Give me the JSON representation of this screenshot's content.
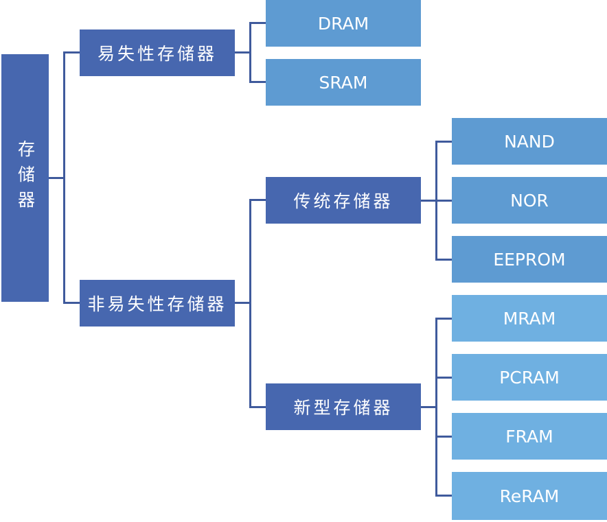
{
  "diagram": {
    "type": "tree",
    "root": {
      "label": "存储器"
    },
    "level1": [
      {
        "label": "易失性存储器",
        "children": [
          "DRAM",
          "SRAM"
        ]
      },
      {
        "label": "非易失性存储器",
        "children": [
          "传统存储器",
          "新型存储器"
        ]
      }
    ],
    "level2": {
      "traditional": {
        "label": "传统存储器",
        "children": [
          "NAND",
          "NOR",
          "EEPROM"
        ]
      },
      "emerging": {
        "label": "新型存储器",
        "children": [
          "MRAM",
          "PCRAM",
          "FRAM",
          "ReRAM"
        ]
      }
    },
    "leaves": {
      "volatile": [
        "DRAM",
        "SRAM"
      ],
      "traditional": [
        "NAND",
        "NOR",
        "EEPROM"
      ],
      "emerging": [
        "MRAM",
        "PCRAM",
        "FRAM",
        "ReRAM"
      ]
    },
    "colors": {
      "dark": "#4767af",
      "mid": "#5e9bd2",
      "light": "#6fb0e1",
      "connector": "#3f5a9c",
      "text": "#ffffff"
    }
  }
}
